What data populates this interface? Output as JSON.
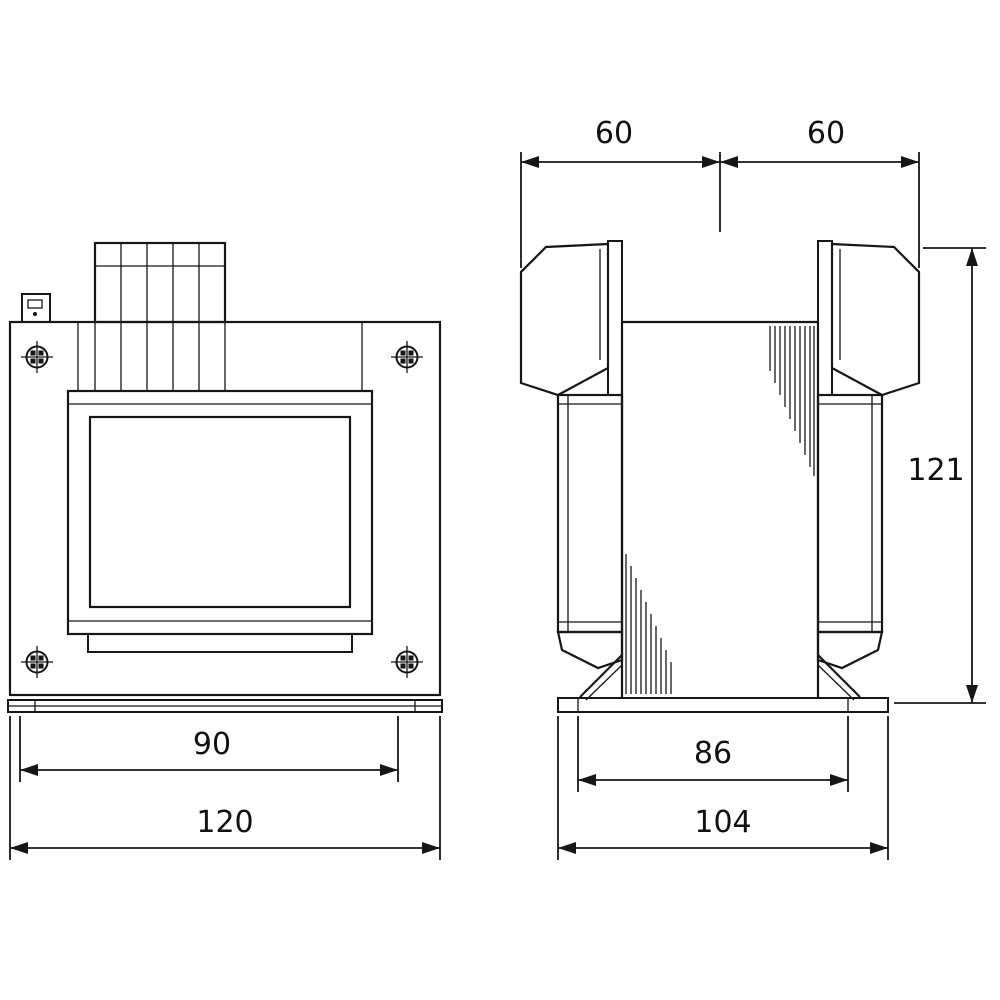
{
  "drawing": {
    "colors": {
      "line": "#161616",
      "background": "#ffffff"
    },
    "front_view": {
      "dim_base_inner_width": "90",
      "dim_overall_width": "120"
    },
    "side_view": {
      "dim_depth_left": "60",
      "dim_depth_right": "60",
      "dim_overall_height": "121",
      "dim_base_inner_depth": "86",
      "dim_base_overall_depth": "104"
    }
  }
}
